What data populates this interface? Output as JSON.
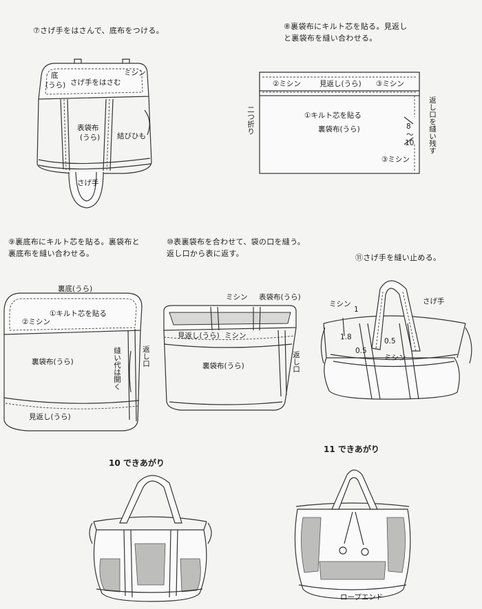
{
  "step7": {
    "caption": "⑦さげ手をはさんで、底布をつける。",
    "labels": {
      "bottom": "底",
      "bottom_ura": "(うら)",
      "insert_handle": "さげ手をはさむ",
      "sew": "ミシン",
      "outer": "表袋布",
      "outer_ura": "(うら)",
      "tie": "結びひも",
      "handle": "さげ手"
    }
  },
  "step8": {
    "caption_line1": "⑧裏袋布にキルト芯を貼る。見返し",
    "caption_line2": "と裏袋布を縫い合わせる。",
    "labels": {
      "sew2": "②ミシン",
      "facing": "見返し(うら)",
      "sew3": "③ミシン",
      "fold": "二つ折り",
      "quilt": "①キルト芯を貼る",
      "lining": "裏袋布(うら)",
      "num8": "8",
      "tilde": "〜",
      "num10": "10",
      "opening": "返し口を縫い残す",
      "sew3b": "③ミシン"
    }
  },
  "step9": {
    "caption_line1": "⑨裏底布にキルト芯を貼る。裏袋布と",
    "caption_line2": "裏底布を縫い合わせる。",
    "labels": {
      "lining_bottom": "裏底(うら)",
      "quilt": "①キルト芯を貼る",
      "sew2": "②ミシン",
      "lining": "裏袋布(うら)",
      "seam_open": "縫い代は開く",
      "opening": "返し口",
      "facing": "見返し(うら)"
    }
  },
  "step10": {
    "caption_line1": "⑩表裏袋布を合わせて、袋の口を縫う。",
    "caption_line2": "返し口から表に返す。",
    "labels": {
      "sew": "ミシン",
      "outer": "表袋布(うら)",
      "facing": "見返し(うら)",
      "sew2": "ミシン",
      "lining": "裏袋布(うら)",
      "opening": "返し口"
    }
  },
  "step11": {
    "caption": "⑪さげ手を縫い止める。",
    "labels": {
      "sew": "ミシン",
      "one": "1",
      "handle": "さげ手",
      "v18": "1.8",
      "v05a": "0.5",
      "v05b": "0.5",
      "sew2": "ミシン"
    }
  },
  "finished10": {
    "title": "10 できあがり"
  },
  "finished11": {
    "title": "11 できあがり",
    "rope_end": "ロープエンド"
  }
}
